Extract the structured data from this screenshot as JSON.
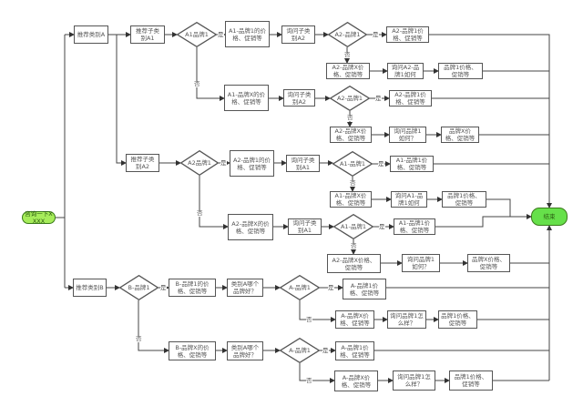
{
  "edge_labels": {
    "yes": "是",
    "no": "否"
  },
  "nodes": {
    "start": "咨询一下XXXX",
    "end": "结束",
    "n1": "推荐类别A",
    "n2": "推荐子类别A1",
    "d1": "A1品牌1",
    "n3": "A1-品牌1的价格、促销等",
    "n4": "询问子类别A2",
    "d2": "A2-品牌1",
    "n5": "A2-品牌1价格、促销等",
    "n6": "A2-品牌X价格、促销等",
    "n7": "询问A2-品牌1如何",
    "n8": "品牌1价格、促销等",
    "n9": "A1-品牌X的价格、促销等",
    "n10": "询问子类别A2",
    "d3": "A2-品牌1",
    "n11": "A2-品牌1价格、促销等",
    "n12": "A2-品牌X价格、促销等",
    "n13": "询问品牌1如何？",
    "n14": "品牌X价格、促销等",
    "n15": "推荐子类别A2",
    "d4": "A2品牌1",
    "n16": "A2-品牌1的价格、促销等",
    "n17": "询问子类别A1",
    "d5": "A1-品牌1",
    "n18": "A1-品牌1价格、促销等",
    "n19": "A1-品牌X价格、促销等",
    "n20": "询问A1-品牌1如何",
    "n21": "品牌1价格、促销等",
    "n22": "A2-品牌X的价格、促销等",
    "n23": "询问子类别A1",
    "d6": "A1-品牌1",
    "n24": "A1-品牌1价格、促销等",
    "n25": "A2-品牌X价格、促销等",
    "n26": "询问品牌1如何？",
    "n27": "品牌X价格、促销等",
    "n28": "推荐类别B",
    "d7": "B-品牌1",
    "n29": "B-品牌1的价格、促销等",
    "n30": "类别A哪个品牌好？",
    "d8": "A-品牌1",
    "n31": "A-品牌1价格、促销等",
    "n32": "A-品牌X价格、促销等",
    "n33": "询问品牌1怎么样？",
    "n34": "品牌1价格、促销等",
    "n35": "B-品牌X的价格、促销等",
    "n36": "类别A哪个品牌好？",
    "d9": "A-品牌1",
    "n37": "A-品牌1价格、促销等",
    "n38": "A-品牌X价格、促销等",
    "n39": "询问品牌1怎么样？",
    "n40": "品牌1价格、促销等"
  }
}
